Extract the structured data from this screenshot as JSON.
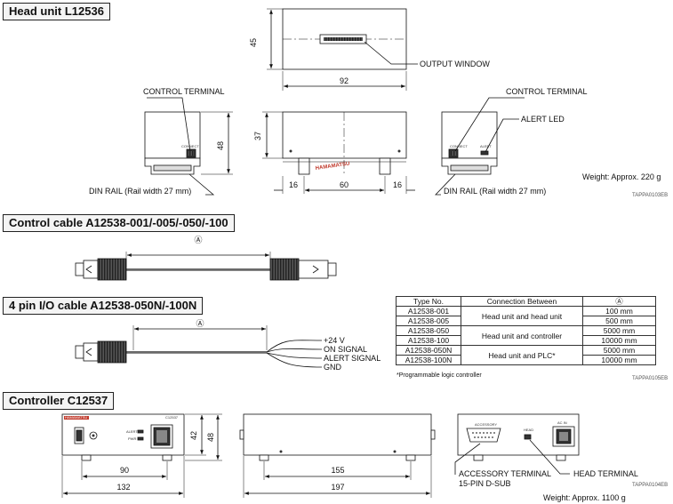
{
  "sections": {
    "head_unit": "Head unit L12536",
    "control_cable": "Control cable A12538-001/-005/-050/-100",
    "io_cable": "4 pin I/O cable A12538-050N/-100N",
    "controller": "Controller C12537"
  },
  "head_unit": {
    "dim_height": "45",
    "dim_width": "92",
    "dim_side_height": "48",
    "dim_front_height": "37",
    "dim_left": "16",
    "dim_center": "60",
    "dim_right": "16",
    "output_window": "OUTPUT WINDOW",
    "control_terminal_left": "CONTROL TERMINAL",
    "control_terminal_right": "CONTROL TERMINAL",
    "alert_led": "ALERT LED",
    "din_rail_left": "DIN RAIL (Rail width 27 mm)",
    "din_rail_right": "DIN RAIL (Rail width 27 mm)",
    "weight": "Weight: Approx. 220 g",
    "code": "TAPPA0103EB",
    "brand": "HAMAMATSU",
    "connect_label": "CONNECT",
    "alert_label": "ALERT"
  },
  "control_cable": {
    "length_marker": "Ⓐ"
  },
  "io_cable": {
    "length_marker": "Ⓐ",
    "wires": [
      "+24 V",
      "ON SIGNAL",
      "ALERT SIGNAL",
      "GND"
    ]
  },
  "spec_table": {
    "headers": [
      "Type No.",
      "Connection Between",
      "Ⓐ"
    ],
    "rows": [
      {
        "type": "A12538-001",
        "length": "100 mm"
      },
      {
        "type": "A12538-005",
        "length": "500 mm"
      },
      {
        "type": "A12538-050",
        "length": "5000 mm"
      },
      {
        "type": "A12538-100",
        "length": "10000 mm"
      },
      {
        "type": "A12538-050N",
        "length": "5000 mm"
      },
      {
        "type": "A12538-100N",
        "length": "10000 mm"
      }
    ],
    "connections": [
      "Head unit and head unit",
      "Head unit and controller",
      "Head unit and PLC*"
    ],
    "footnote": "*Programmable logic controller",
    "code": "TAPPA0105EB"
  },
  "controller": {
    "dim_front_width": "132",
    "dim_front_inner": "90",
    "dim_height_inner": "42",
    "dim_height": "48",
    "dim_side_inner": "155",
    "dim_side": "197",
    "accessory_terminal": "ACCESSORY TERMINAL",
    "dsub": "15-PIN D-SUB",
    "head_terminal": "HEAD TERMINAL",
    "weight": "Weight: Approx. 1100 g",
    "code": "TAPPA0104EB",
    "brand": "HAMAMATSU",
    "model": "C12537",
    "alert_label": "ALERT",
    "pwr_label": "PWR",
    "accessory_small": "ACCESSORY",
    "head_small": "HEAD",
    "acin_small": "AC IN"
  }
}
